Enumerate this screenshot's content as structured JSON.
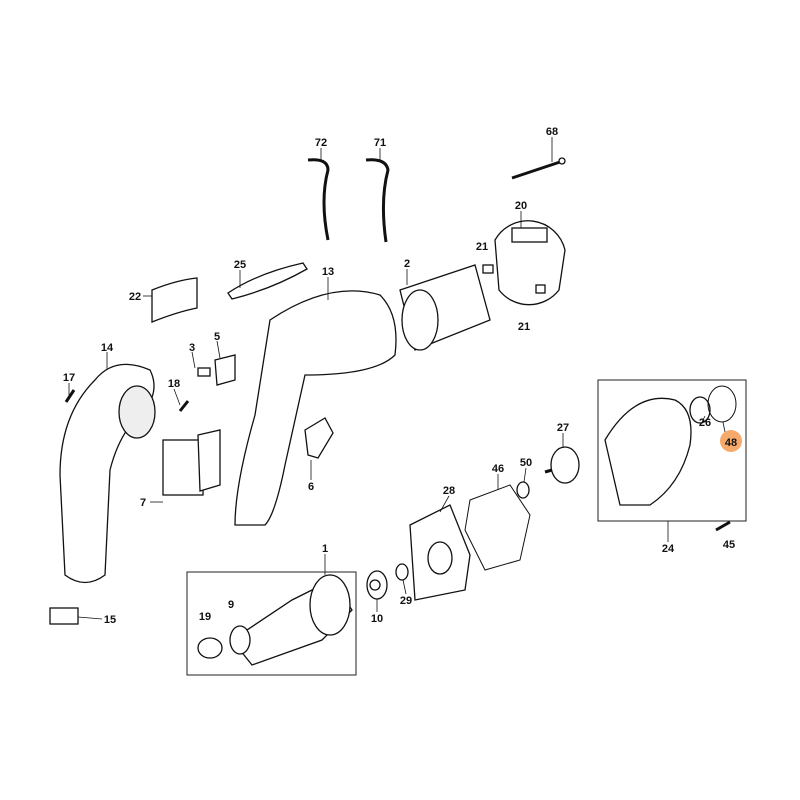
{
  "diagram": {
    "type": "exploded-parts-diagram",
    "highlight_color": "#f5a96b",
    "highlighted_part": "48",
    "parts": [
      {
        "id": "p72",
        "label": "72"
      },
      {
        "id": "p71",
        "label": "71"
      },
      {
        "id": "p68",
        "label": "68"
      },
      {
        "id": "p20",
        "label": "20"
      },
      {
        "id": "p21a",
        "label": "21"
      },
      {
        "id": "p21b",
        "label": "21"
      },
      {
        "id": "p2",
        "label": "2"
      },
      {
        "id": "p13",
        "label": "13"
      },
      {
        "id": "p25",
        "label": "25"
      },
      {
        "id": "p22",
        "label": "22"
      },
      {
        "id": "p14",
        "label": "14"
      },
      {
        "id": "p3",
        "label": "3"
      },
      {
        "id": "p5",
        "label": "5"
      },
      {
        "id": "p17",
        "label": "17"
      },
      {
        "id": "p18",
        "label": "18"
      },
      {
        "id": "p6",
        "label": "6"
      },
      {
        "id": "p7",
        "label": "7"
      },
      {
        "id": "p27",
        "label": "27"
      },
      {
        "id": "p46",
        "label": "46"
      },
      {
        "id": "p50",
        "label": "50"
      },
      {
        "id": "p28",
        "label": "28"
      },
      {
        "id": "p26",
        "label": "26"
      },
      {
        "id": "p48",
        "label": "48"
      },
      {
        "id": "p24",
        "label": "24"
      },
      {
        "id": "p45",
        "label": "45"
      },
      {
        "id": "p1",
        "label": "1"
      },
      {
        "id": "p19",
        "label": "19"
      },
      {
        "id": "p9",
        "label": "9"
      },
      {
        "id": "p10",
        "label": "10"
      },
      {
        "id": "p29",
        "label": "29"
      },
      {
        "id": "p15",
        "label": "15"
      }
    ]
  }
}
